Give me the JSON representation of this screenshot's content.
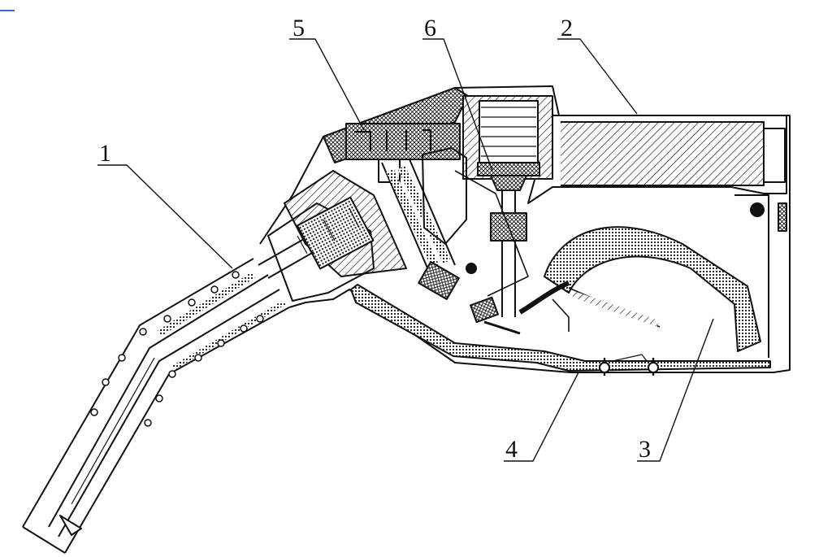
{
  "diagram": {
    "callouts": [
      {
        "id": "1",
        "label": "1"
      },
      {
        "id": "2",
        "label": "2"
      },
      {
        "id": "3",
        "label": "3"
      },
      {
        "id": "4",
        "label": "4"
      },
      {
        "id": "5",
        "label": "5"
      },
      {
        "id": "6",
        "label": "6"
      }
    ],
    "colors": {
      "line": "#111111",
      "accent": "#3a6fc0",
      "background": "#ffffff"
    }
  }
}
